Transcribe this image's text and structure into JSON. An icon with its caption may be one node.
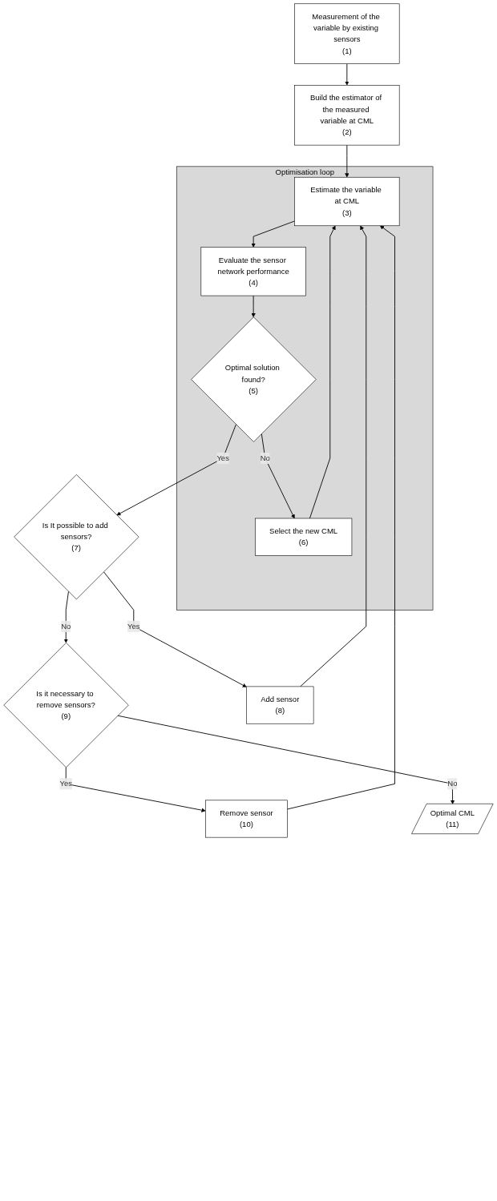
{
  "diagram": {
    "nodes": [
      {
        "text": [
          "Measurement of the variable by existing sensors",
          "(1)"
        ]
      },
      {
        "text": [
          "Build the estimator of the measured variable at CML",
          "(2)"
        ]
      },
      {
        "text": [
          "Optimisation loop"
        ]
      },
      {
        "text": [
          "Estimate the variable at CML",
          "(3)"
        ],
        "in": 2
      },
      {
        "text": [
          "Evaluate the sensor network performance",
          "(4)"
        ],
        "in": 2
      },
      {
        "text": [
          "Optimal solution found?",
          "(5)"
        ],
        "in": 2
      },
      {
        "text": [
          "Select the new CML",
          "(6)"
        ],
        "in": 2
      },
      {
        "text": [
          "Is It possible to add sensors?",
          "(7)"
        ]
      },
      {
        "text": [
          "Add sensor",
          "(8)"
        ]
      },
      {
        "text": [
          "Is it necessary to remove sensors?",
          "(9)"
        ]
      },
      {
        "text": [
          "Remove sensor",
          "(10)"
        ]
      },
      {
        "text": [
          "Optimal CML",
          "(11)"
        ]
      }
    ],
    "edges": [
      {
        "from": 0,
        "to": 1,
        "arrow": "to"
      },
      {
        "from": 1,
        "to": 3,
        "arrow": "to"
      },
      {
        "from": 3,
        "to": 4,
        "arrow": "to"
      },
      {
        "from": 4,
        "to": 5,
        "arrow": "to"
      },
      {
        "from": 5,
        "to": 6,
        "label": "No",
        "arrow": "to"
      },
      {
        "from": 6,
        "to": 3,
        "arrow": "to"
      },
      {
        "from": 5,
        "to": 7,
        "label": "Yes",
        "arrow": "to"
      },
      {
        "from": 7,
        "to": 8,
        "label": "Yes",
        "arrow": "to"
      },
      {
        "from": 8,
        "to": 3,
        "arrow": "to"
      },
      {
        "from": 7,
        "to": 9,
        "label": "No",
        "arrow": "to"
      },
      {
        "from": 9,
        "to": 10,
        "label": "Yes",
        "arrow": "to"
      },
      {
        "from": 10,
        "to": 3,
        "arrow": "to"
      },
      {
        "from": 9,
        "to": 11,
        "label": "No",
        "arrow": "to"
      }
    ]
  }
}
